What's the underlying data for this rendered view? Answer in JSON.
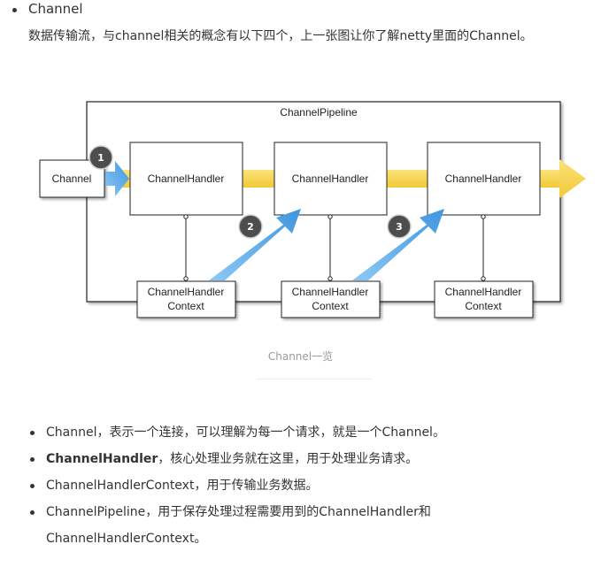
{
  "intro": {
    "title": "Channel",
    "description": "数据传输流，与channel相关的概念有以下四个，上一张图让你了解netty里面的Channel。"
  },
  "figure": {
    "pipeline_label": "ChannelPipeline",
    "channel_label": "Channel",
    "handlers": [
      "ChannelHandler",
      "ChannelHandler",
      "ChannelHandler"
    ],
    "contexts": [
      {
        "line1": "ChannelHandler",
        "line2": "Context"
      },
      {
        "line1": "ChannelHandler",
        "line2": "Context"
      },
      {
        "line1": "ChannelHandler",
        "line2": "Context"
      }
    ],
    "steps": [
      "1",
      "2",
      "3"
    ],
    "colors": {
      "yellow_arrow": "#f7d24a",
      "blue_arrow": "#4aa3e8",
      "badge": "#555555"
    },
    "caption": "Channel一览"
  },
  "list": [
    {
      "bold": "",
      "text": "Channel，表示一个连接，可以理解为每一个请求，就是一个Channel。"
    },
    {
      "bold": "ChannelHandler",
      "text": "，核心处理业务就在这里，用于处理业务请求。"
    },
    {
      "bold": "",
      "text": "ChannelHandlerContext，用于传输业务数据。"
    },
    {
      "bold": "",
      "text": "ChannelPipeline，用于保存处理过程需要用到的ChannelHandler和"
    },
    {
      "bold": "",
      "text": "ChannelHandlerContext。"
    }
  ]
}
